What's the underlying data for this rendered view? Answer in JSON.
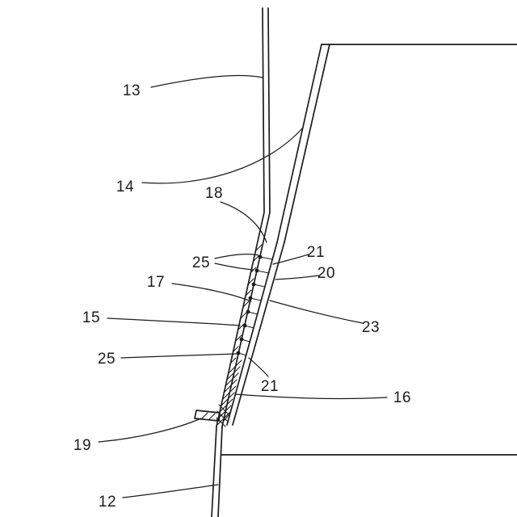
{
  "figure": {
    "kind": "patent-style technical cross-section drawing",
    "background_color": "#ffffff",
    "line_color": "#1c1c1c",
    "labels": [
      {
        "text": "13"
      },
      {
        "text": "14"
      },
      {
        "text": "18"
      },
      {
        "text": "25"
      },
      {
        "text": "21"
      },
      {
        "text": "20"
      },
      {
        "text": "17"
      },
      {
        "text": "15"
      },
      {
        "text": "23"
      },
      {
        "text": "25"
      },
      {
        "text": "21"
      },
      {
        "text": "16"
      },
      {
        "text": "19"
      },
      {
        "text": "12"
      }
    ]
  }
}
